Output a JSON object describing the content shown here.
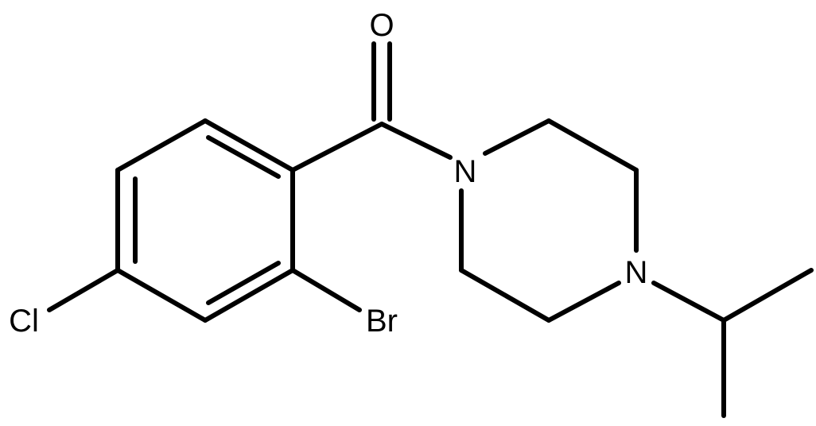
{
  "atoms": {
    "oxygen": "O",
    "nitrogen_amide": "N",
    "nitrogen_amine": "N",
    "chlorine": "Cl",
    "bromine": "Br"
  },
  "colors": {
    "bond": "#000000",
    "label": "#000000",
    "background": "#ffffff"
  }
}
